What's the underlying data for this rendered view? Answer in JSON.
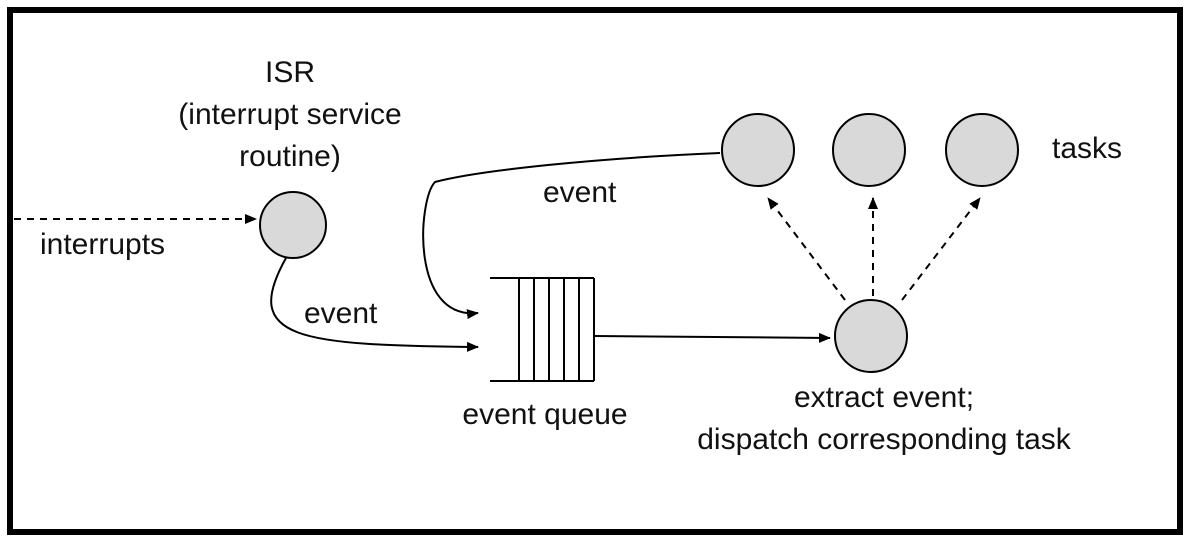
{
  "labels": {
    "isr_line1": "ISR",
    "isr_line2": "(interrupt service",
    "isr_line3": "routine)",
    "tasks": "tasks",
    "event_top": "event",
    "interrupts": "interrupts",
    "event_left": "event",
    "event_queue": "event queue",
    "dispatcher_line1": "extract event;",
    "dispatcher_line2": "dispatch corresponding task"
  },
  "colors": {
    "node_fill": "#d9d9d9",
    "stroke": "#000000",
    "text": "#111111"
  }
}
